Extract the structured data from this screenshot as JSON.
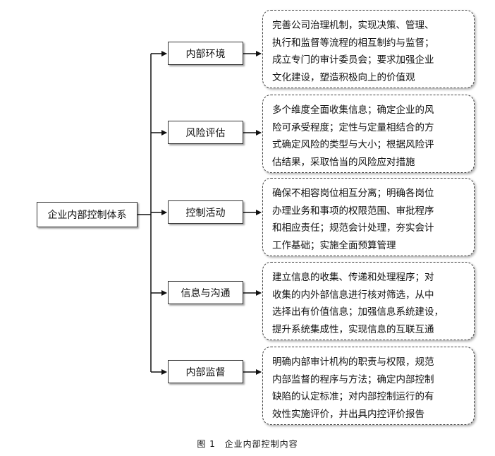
{
  "root": {
    "label": "企业内部控制体系"
  },
  "components": [
    {
      "label": "内部环境",
      "description": [
        "完善公司治理机制，实现决策、管理、",
        "执行和监督等流程的相互制约与监督；",
        "成立专门的审计委员会；要求加强企业",
        "文化建设，塑造积极向上的价值观"
      ]
    },
    {
      "label": "风险评估",
      "description": [
        "多个维度全面收集信息；确定企业的风",
        "险可承受程度；定性与定量相结合的方",
        "式确定风险的类型与大小；根据风险评",
        "估结果，采取恰当的风险应对措施"
      ]
    },
    {
      "label": "控制活动",
      "description": [
        "确保不相容岗位相互分离；明确各岗位",
        "办理业务和事项的权限范围、审批程序",
        "和相应责任；规范会计处理，夯实会计",
        "工作基础；实施全面预算管理"
      ]
    },
    {
      "label": "信息与沟通",
      "description": [
        "建立信息的收集、传递和处理程序；对",
        "收集的内外部信息进行核对筛选，从中",
        "选择出有价值信息；加强信息系统建设，",
        "提升系统集成性，实现信息的互联互通"
      ]
    },
    {
      "label": "内部监督",
      "description": [
        "明确内部审计机构的职责与权限，规范",
        "内部监督的程序与方法；确定内部控制",
        "缺陷的认定标准；对内部控制运行的有",
        "效性实施评价，并出具内控评价报告"
      ]
    }
  ],
  "caption": {
    "figure": "图 1",
    "title": "企业内部控制内容"
  },
  "colors": {
    "line": "#111111",
    "border": "#333333",
    "shadow": "#8a8a8a"
  }
}
